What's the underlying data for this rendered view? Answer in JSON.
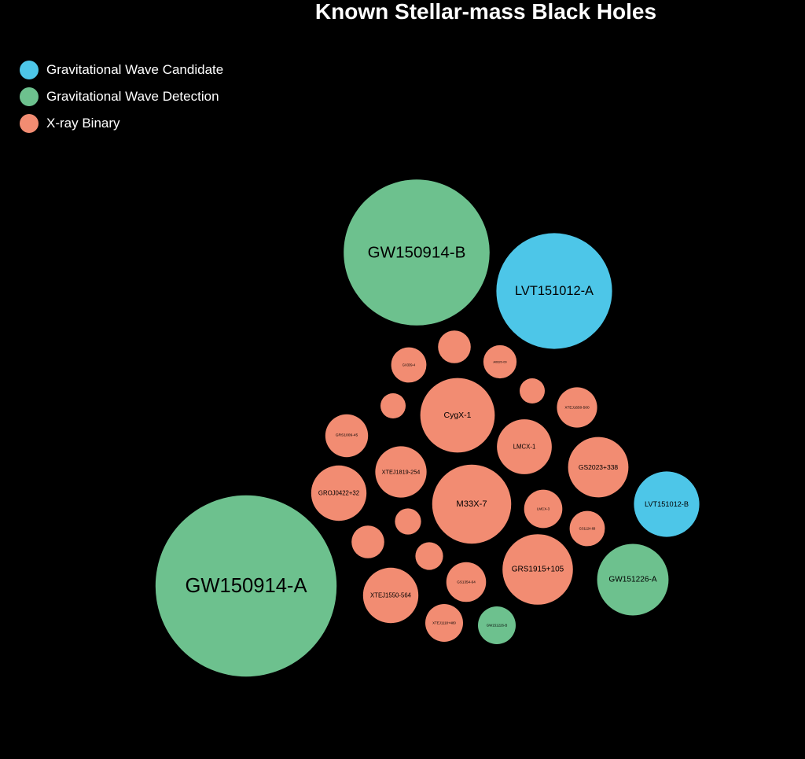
{
  "chart_data": {
    "type": "bubble",
    "title": "Known Stellar-mass Black Holes",
    "legend": {
      "placement": "top-left",
      "items": [
        {
          "key": "candidate",
          "label": "Gravitational Wave Candidate",
          "color": "#4dc6e8"
        },
        {
          "key": "detection",
          "label": "Gravitational Wave Detection",
          "color": "#6dc18e"
        },
        {
          "key": "xray",
          "label": "X-ray Binary",
          "color": "#f28c72"
        }
      ]
    },
    "bubbles": [
      {
        "label": "GW150914-A",
        "type": "detection",
        "mass": 36
      },
      {
        "label": "GW150914-B",
        "type": "detection",
        "mass": 29
      },
      {
        "label": "LVT151012-A",
        "type": "candidate",
        "mass": 23
      },
      {
        "label": "LVT151012-B",
        "type": "candidate",
        "mass": 13
      },
      {
        "label": "GW151226-A",
        "type": "detection",
        "mass": 14.2
      },
      {
        "label": "GW151226-B",
        "type": "detection",
        "mass": 7.5
      },
      {
        "label": "CygX-1",
        "type": "xray",
        "mass": 14.8
      },
      {
        "label": "M33X-7",
        "type": "xray",
        "mass": 15.7
      },
      {
        "label": "LMCX-1",
        "type": "xray",
        "mass": 10.9
      },
      {
        "label": "GS2023+338",
        "type": "xray",
        "mass": 12
      },
      {
        "label": "GRS1915+105",
        "type": "xray",
        "mass": 14
      },
      {
        "label": "XTEJ1819-254",
        "type": "xray",
        "mass": 10.2
      },
      {
        "label": "GROJ0422+32",
        "type": "xray",
        "mass": 11
      },
      {
        "label": "XTEJ1550-564",
        "type": "xray",
        "mass": 11
      },
      {
        "label": "GRS1009-45",
        "type": "xray",
        "mass": 8.5
      },
      {
        "label": "GX339-4",
        "type": "xray",
        "mass": 7
      },
      {
        "label": "A0620-00",
        "type": "xray",
        "mass": 6.6
      },
      {
        "label": "XTEJ1650-500",
        "type": "xray",
        "mass": 8
      },
      {
        "label": "LMCX-3",
        "type": "xray",
        "mass": 7.6
      },
      {
        "label": "GS1124-68",
        "type": "xray",
        "mass": 7
      },
      {
        "label": "GS1354-64",
        "type": "xray",
        "mass": 7.9
      },
      {
        "label": "XTEJ1118+480",
        "type": "xray",
        "mass": 7.5
      },
      {
        "label": "",
        "type": "xray",
        "mass": 6.5
      },
      {
        "label": "",
        "type": "xray",
        "mass": 5
      },
      {
        "label": "",
        "type": "xray",
        "mass": 5
      },
      {
        "label": "",
        "type": "xray",
        "mass": 5.2
      },
      {
        "label": "",
        "type": "xray",
        "mass": 6.5
      },
      {
        "label": "",
        "type": "xray",
        "mass": 5.5
      }
    ]
  }
}
